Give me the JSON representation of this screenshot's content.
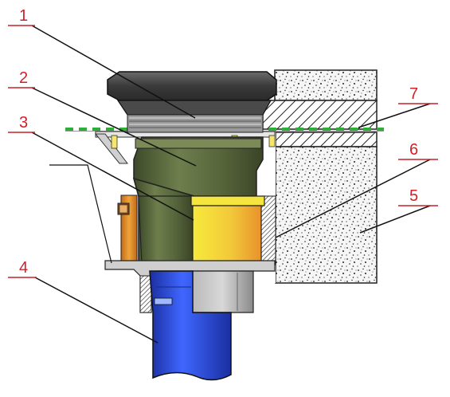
{
  "callouts": [
    {
      "label": "1"
    },
    {
      "label": "2"
    },
    {
      "label": "3"
    },
    {
      "label": "4"
    },
    {
      "label": "5"
    },
    {
      "label": "6"
    },
    {
      "label": "7"
    }
  ],
  "colors": {
    "callout_text": "#d0202a",
    "callout_line_red": "#c8202a",
    "leader_line": "#111111",
    "cover": "#3d3d3d",
    "funnel_body": "#5b6b3f",
    "yellow_insert": "#f2e23a",
    "orange_insert": "#e89a2a",
    "blue_pipe": "#1f3fd0",
    "gray_adapter": "#9a9a9a",
    "waterproofing": "#2fae35",
    "concrete": "#f4f4f4",
    "hatch": "#222222"
  }
}
